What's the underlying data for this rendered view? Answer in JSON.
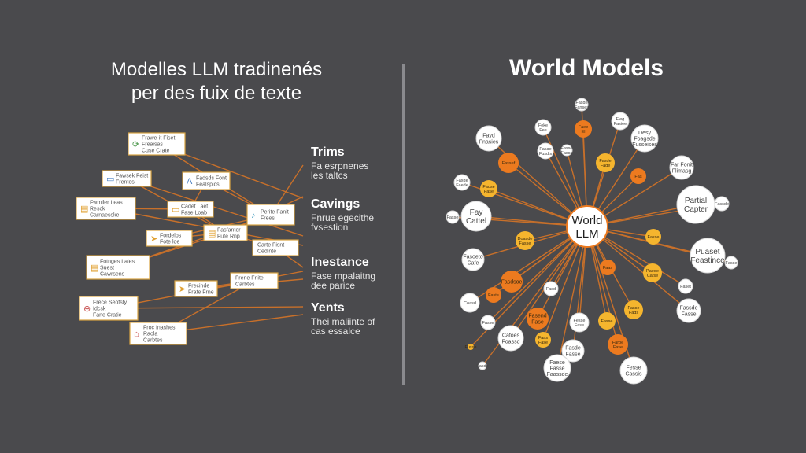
{
  "left_panel": {
    "title_lines": [
      "Modelles LLM tradinenés",
      "per des fuix de texte"
    ],
    "boxes": [
      {
        "id": "b1",
        "icon": "⟳",
        "icon_color": "#5aa05a",
        "lines": [
          "Frawe-it Fiset",
          "Freaisas",
          "Cuse Crate"
        ]
      },
      {
        "id": "b2",
        "icon": "▭",
        "icon_color": "#4a7fc1",
        "lines": [
          "Fawsek Feist",
          "Frentes"
        ]
      },
      {
        "id": "b3",
        "icon": "A",
        "icon_color": "#4a7fc1",
        "lines": [
          "Fadsds Font",
          "Fealspics"
        ]
      },
      {
        "id": "b4",
        "icon": "▤",
        "icon_color": "#e0a030",
        "lines": [
          "Fwmiler Leas",
          "Resck",
          "Carnaesske"
        ]
      },
      {
        "id": "b5",
        "icon": "▭",
        "icon_color": "#e0a030",
        "lines": [
          "Cadet Laet",
          "Fase Loab"
        ]
      },
      {
        "id": "b6",
        "icon": "♪",
        "icon_color": "#4aa0c1",
        "lines": [
          "Perite Fanit",
          "Frees"
        ]
      },
      {
        "id": "b7",
        "icon": "➤",
        "icon_color": "#e0a030",
        "lines": [
          "Fordelbs",
          "Fote lde"
        ]
      },
      {
        "id": "b8",
        "icon": "▤",
        "icon_color": "#e0a030",
        "lines": [
          "Fasfanter",
          "Fute Rnp"
        ]
      },
      {
        "id": "b9",
        "icon": "",
        "icon_color": "#e0a030",
        "lines": [
          "Carte Fisnt",
          "Cedinte"
        ]
      },
      {
        "id": "b10",
        "icon": "▤",
        "icon_color": "#e0a030",
        "lines": [
          "Fotnges Lales",
          "Suest",
          "Cawrsens"
        ]
      },
      {
        "id": "b11",
        "icon": "➤",
        "icon_color": "#e0a030",
        "lines": [
          "Frecinde",
          "Frate Frne"
        ]
      },
      {
        "id": "b12",
        "icon": "",
        "icon_color": "#e0a030",
        "lines": [
          "Frene Fnite",
          "Carbtes"
        ]
      },
      {
        "id": "b13",
        "icon": "⊕",
        "icon_color": "#c85050",
        "lines": [
          "Frece Seofsty",
          "Idcsk",
          "Fane Cratie"
        ]
      },
      {
        "id": "b14",
        "icon": "⌂",
        "icon_color": "#c85050",
        "lines": [
          "Froc Inashes",
          "Raola",
          "Carbtes"
        ]
      }
    ],
    "legend": [
      {
        "head": "Trims",
        "sub": [
          "Fa esrpnenes",
          "les taltcs"
        ]
      },
      {
        "head": "Cavings",
        "sub": [
          "Fnrue egecithe",
          "fvsestion"
        ]
      },
      {
        "head": "Inestance",
        "sub": [
          "Fase mpalaitng",
          "dee parice"
        ]
      },
      {
        "head": "Yents",
        "sub": [
          "Thei maliinte of",
          "cas essalce"
        ]
      }
    ]
  },
  "right_panel": {
    "title": "World Models",
    "center_node": {
      "lines": [
        "World",
        "LLM"
      ]
    },
    "nodes": [
      {
        "id": "n1",
        "color": "#ffffff",
        "lines": [
          "Fasde",
          "Fanses"
        ]
      },
      {
        "id": "n2",
        "color": "#ffffff",
        "lines": [
          "Feke",
          "Fee"
        ]
      },
      {
        "id": "n3",
        "color": "#ec7a1f",
        "lines": [
          "Faee",
          "El"
        ]
      },
      {
        "id": "n4",
        "color": "#ffffff",
        "lines": [
          "Fieg",
          "Fasiee"
        ]
      },
      {
        "id": "n5",
        "color": "#ffffff",
        "lines": [
          "Fayd",
          "Fnasies"
        ]
      },
      {
        "id": "n6",
        "color": "#ffffff",
        "lines": [
          "Desy",
          "Foagsde",
          "Fusseises"
        ]
      },
      {
        "id": "n7",
        "color": "#ffffff",
        "lines": [
          "Fasae",
          "Fusdis"
        ]
      },
      {
        "id": "n8",
        "color": "#ffffff",
        "lines": [
          "Fasse",
          "Fasse"
        ]
      },
      {
        "id": "n9",
        "color": "#ec7a1f",
        "lines": [
          "Fassef"
        ]
      },
      {
        "id": "n10",
        "color": "#f5b52e",
        "lines": [
          "Fasde",
          "Fade"
        ]
      },
      {
        "id": "n11",
        "color": "#ec7a1f",
        "lines": [
          "Fas"
        ]
      },
      {
        "id": "n12",
        "color": "#ffffff",
        "lines": [
          "Far Fonit",
          "Flimasg"
        ]
      },
      {
        "id": "n13",
        "color": "#ffffff",
        "lines": [
          "Faxde",
          "Faede"
        ]
      },
      {
        "id": "n14",
        "color": "#f5b52e",
        "lines": [
          "Faose",
          "Fase"
        ]
      },
      {
        "id": "n15",
        "color": "#ffffff",
        "lines": [
          "Fay",
          "Cattel"
        ]
      },
      {
        "id": "n16",
        "color": "#ffffff",
        "lines": [
          "Fasse"
        ]
      },
      {
        "id": "n17",
        "color": "#ffffff",
        "lines": [
          "Partial",
          "Capter"
        ]
      },
      {
        "id": "n18",
        "color": "#ffffff",
        "lines": [
          "Fassde"
        ]
      },
      {
        "id": "n19",
        "color": "#f5b52e",
        "lines": [
          "Doasde",
          "Fasse"
        ]
      },
      {
        "id": "n20",
        "color": "#f5b52e",
        "lines": [
          "Fasse"
        ]
      },
      {
        "id": "n21",
        "color": "#ffffff",
        "lines": [
          "Fasoeto",
          "Cafe"
        ]
      },
      {
        "id": "n22",
        "color": "#ec7a1f",
        "lines": [
          "Faas"
        ]
      },
      {
        "id": "n23",
        "color": "#ffffff",
        "lines": [
          "Puaset",
          "Feastince"
        ]
      },
      {
        "id": "n24",
        "color": "#ffffff",
        "lines": [
          "Fasse"
        ]
      },
      {
        "id": "n25",
        "color": "#f5b52e",
        "lines": [
          "Paede",
          "Cafse"
        ]
      },
      {
        "id": "n26",
        "color": "#ec7a1f",
        "lines": [
          "Fasdsoe"
        ]
      },
      {
        "id": "n27",
        "color": "#ffffff",
        "lines": [
          "Fasd"
        ]
      },
      {
        "id": "n28",
        "color": "#ffffff",
        "lines": [
          "Faset"
        ]
      },
      {
        "id": "n29",
        "color": "#ec7a1f",
        "lines": [
          "Faste"
        ]
      },
      {
        "id": "n30",
        "color": "#ffffff",
        "lines": [
          "Coasd"
        ]
      },
      {
        "id": "n31",
        "color": "#f5b52e",
        "lines": [
          "Fasse",
          "Fads"
        ]
      },
      {
        "id": "n32",
        "color": "#ffffff",
        "lines": [
          "Fassde",
          "Fasse"
        ]
      },
      {
        "id": "n33",
        "color": "#ffffff",
        "lines": [
          "Fesse",
          "Fase"
        ]
      },
      {
        "id": "n34",
        "color": "#ec7a1f",
        "lines": [
          "Fasend",
          "Fase"
        ]
      },
      {
        "id": "n35",
        "color": "#f5b52e",
        "lines": [
          "Fasse"
        ]
      },
      {
        "id": "n36",
        "color": "#ec7a1f",
        "lines": [
          "Faroe",
          "Fase"
        ]
      },
      {
        "id": "n37",
        "color": "#ffffff",
        "lines": [
          "Fasse"
        ]
      },
      {
        "id": "n38",
        "color": "#ffffff",
        "lines": [
          "Cafoes",
          "Foassd"
        ]
      },
      {
        "id": "n39",
        "color": "#f5b52e",
        "lines": [
          "Faas",
          "Fase"
        ]
      },
      {
        "id": "n40",
        "color": "#ffffff",
        "lines": [
          "Fasde",
          "Fasse"
        ]
      },
      {
        "id": "n41",
        "color": "#ffffff",
        "lines": [
          "Faese",
          "Fasse",
          "Faassde"
        ]
      },
      {
        "id": "n42",
        "color": "#ffffff",
        "lines": [
          "Fesse",
          "Cassis"
        ]
      },
      {
        "id": "n43",
        "color": "#ffffff",
        "lines": [
          "Fasde"
        ]
      },
      {
        "id": "n44",
        "color": "#f5b52e",
        "lines": [
          "Fusse"
        ]
      }
    ]
  },
  "colors": {
    "background": "#4a4a4d",
    "edge": "#c8702a",
    "orange": "#ec7a1f",
    "amber": "#f5b52e"
  }
}
